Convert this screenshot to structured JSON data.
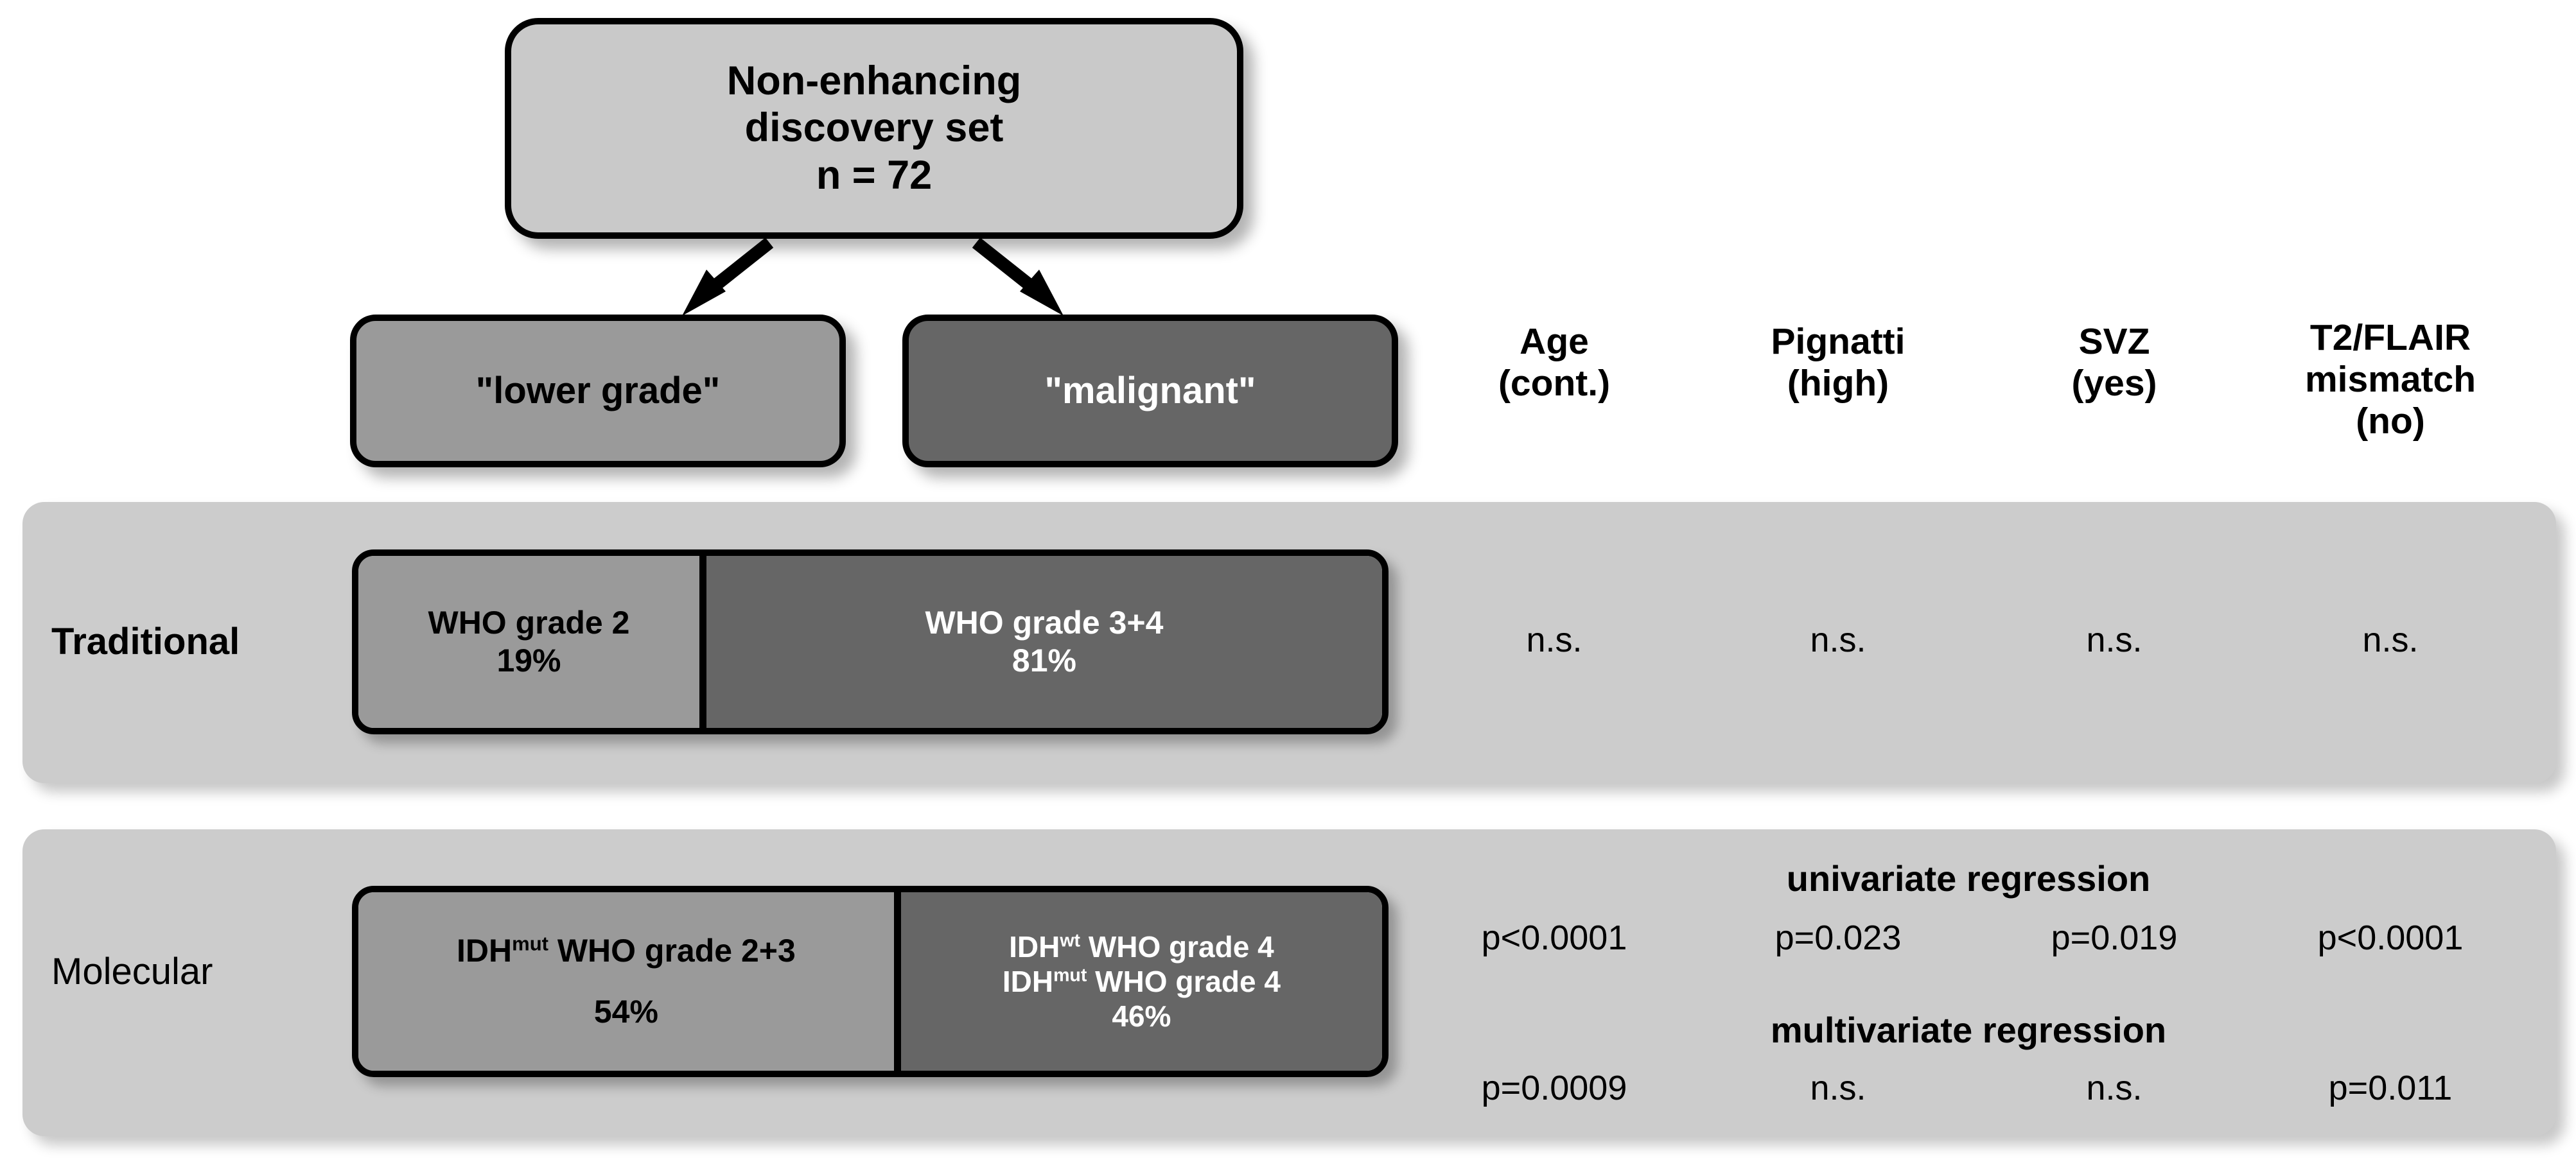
{
  "figure": {
    "root_node": {
      "line1": "Non-enhancing",
      "line2": "discovery set",
      "line3": "n = 72"
    },
    "branches": [
      {
        "label": "\"lower grade\""
      },
      {
        "label": "\"malignant\""
      }
    ],
    "column_headers": [
      {
        "line1": "Age",
        "line2": "(cont.)"
      },
      {
        "line1": "Pignatti",
        "line2": "(high)"
      },
      {
        "line1": "SVZ",
        "line2": "(yes)"
      },
      {
        "line1": "T2/FLAIR",
        "line2": "mismatch",
        "line3": "(no)"
      }
    ],
    "rows": [
      {
        "label": "Traditional",
        "bar": {
          "left": {
            "line1": "WHO grade 2",
            "pct": "19%",
            "share": 19
          },
          "right": {
            "line1": "WHO grade 3+4",
            "pct": "81%",
            "share": 81
          }
        },
        "stats_group_title": "",
        "stats": [
          "n.s.",
          "n.s.",
          "n.s.",
          "n.s."
        ]
      },
      {
        "label": "Molecular",
        "bar": {
          "left": {
            "prefix": "IDH",
            "sup": "mut",
            "suffix": " WHO grade 2+3",
            "pct": "54%",
            "share": 54
          },
          "right": {
            "line1_prefix": "IDH",
            "line1_sup": "wt",
            "line1_suffix": " WHO grade 4",
            "line2_prefix": "IDH",
            "line2_sup": "mut",
            "line2_suffix": " WHO grade 4",
            "pct": "46%",
            "share": 46
          }
        },
        "univariate_title": "univariate regression",
        "univariate_stats": [
          "p<0.0001",
          "p=0.023",
          "p=0.019",
          "p<0.0001"
        ],
        "multivariate_title": "multivariate regression",
        "multivariate_stats": [
          "p=0.0009",
          "n.s.",
          "n.s.",
          "p=0.011"
        ]
      }
    ]
  },
  "colors": {
    "panel_bg": "#cccccc",
    "light_segment": "#9a9a9a",
    "dark_segment": "#666666",
    "root_node_bg": "#c9c9c9",
    "outline": "#000000",
    "page_bg": "#ffffff"
  }
}
